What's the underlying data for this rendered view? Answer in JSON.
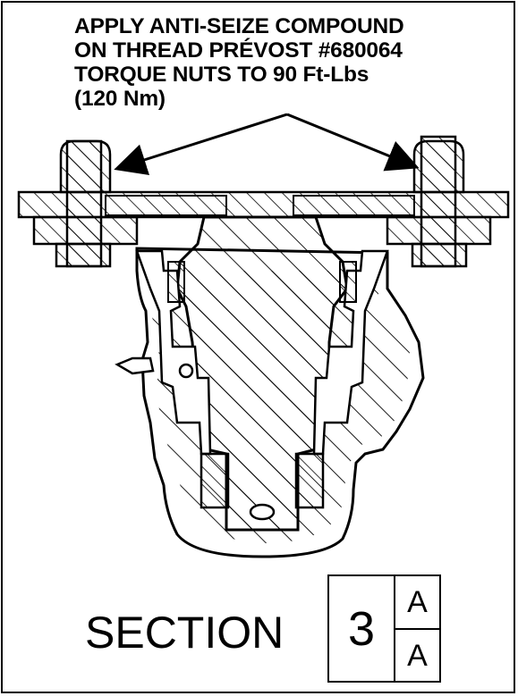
{
  "callout": {
    "lines": [
      "APPLY ANTI-SEIZE COMPOUND",
      "ON THREAD PRÉVOST #680064",
      "TORQUE NUTS TO 90 Ft-Lbs",
      "(120 Nm)"
    ]
  },
  "section": {
    "label": "SECTION",
    "number": "3",
    "view_top": "A",
    "view_bottom": "A"
  },
  "colors": {
    "ink": "#000000",
    "paper": "#ffffff"
  }
}
